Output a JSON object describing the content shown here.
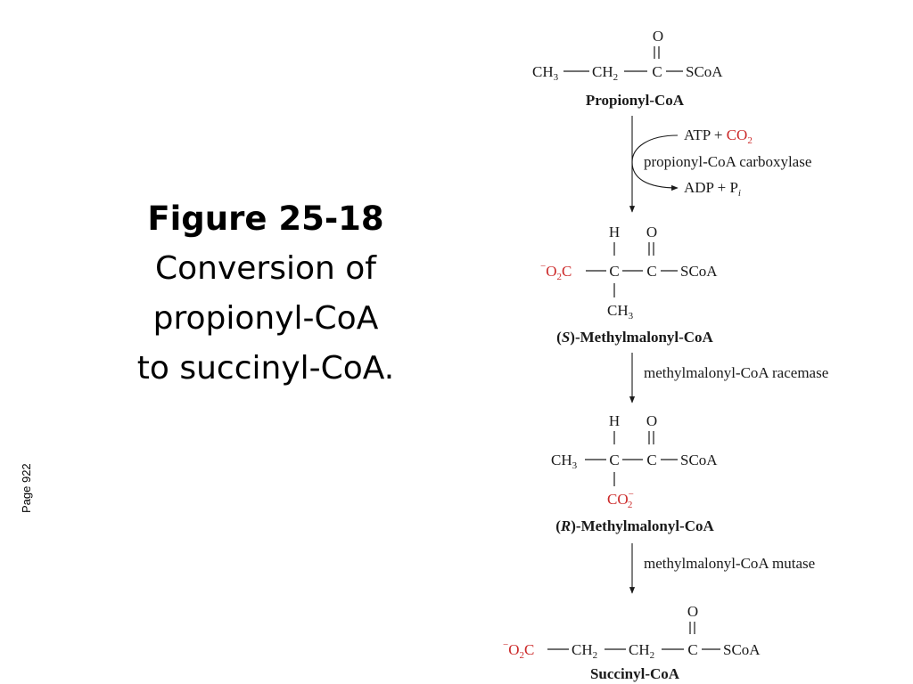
{
  "caption": {
    "title": "Figure 25-18",
    "lines": [
      "Conversion of",
      "propionyl-CoA",
      "to succinyl-CoA."
    ]
  },
  "page_label": "Page 922",
  "colors": {
    "accent": "#cc2a2a",
    "text": "#1a1a1a"
  },
  "atoms": {
    "O": "O",
    "H": "H",
    "C": "C",
    "SCoA": "SCoA",
    "CH": "CH",
    "O2C_O": "O",
    "O2C_tail": "C",
    "CO": "CO",
    "minus": "−",
    "sub2": "2",
    "sub3": "3",
    "sup_minus": "−"
  },
  "compounds": {
    "propionyl": "Propionyl-CoA",
    "s_methylmalonyl": {
      "stereo": "S",
      "name": "-Methylmalonyl-CoA"
    },
    "r_methylmalonyl": {
      "stereo": "R",
      "name": "-Methylmalonyl-CoA"
    },
    "succinyl": "Succinyl-CoA"
  },
  "steps": {
    "step1": {
      "reactant": "ATP + ",
      "co2_c": "CO",
      "co2_sub": "2",
      "enzyme": "propionyl-CoA carboxylase",
      "product_a": "ADP + P",
      "product_sub": "i"
    },
    "step2": {
      "enzyme": "methylmalonyl-CoA racemase"
    },
    "step3": {
      "enzyme": "methylmalonyl-CoA mutase"
    }
  }
}
